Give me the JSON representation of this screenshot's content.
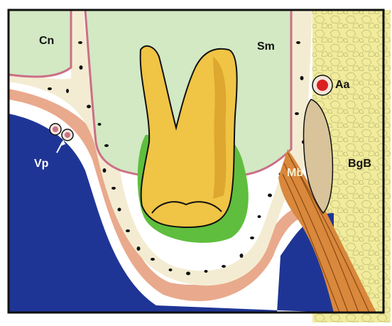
{
  "labels": {
    "cn": "Cn",
    "sm": "Sm",
    "aa": "Aa",
    "vp": "Vp",
    "bgb": "BgB",
    "mb": "Mb"
  },
  "colors": {
    "frame": "#111111",
    "bone": "#f4ecd2",
    "sinus": "#d2e9c4",
    "buccal_bone": "#f1ec9c",
    "mucosa": "#e9a98c",
    "pink_lining": "#cc6f86",
    "vestibule": "#1f3596",
    "follicle": "#5fbe3e",
    "tooth": "#f0c444",
    "tooth_shadow": "#d9a02c",
    "muscle": "#d9883c",
    "tendon": "#d8c39a",
    "artery_rim": "#f3e6dc",
    "artery": "#d91f1f"
  }
}
